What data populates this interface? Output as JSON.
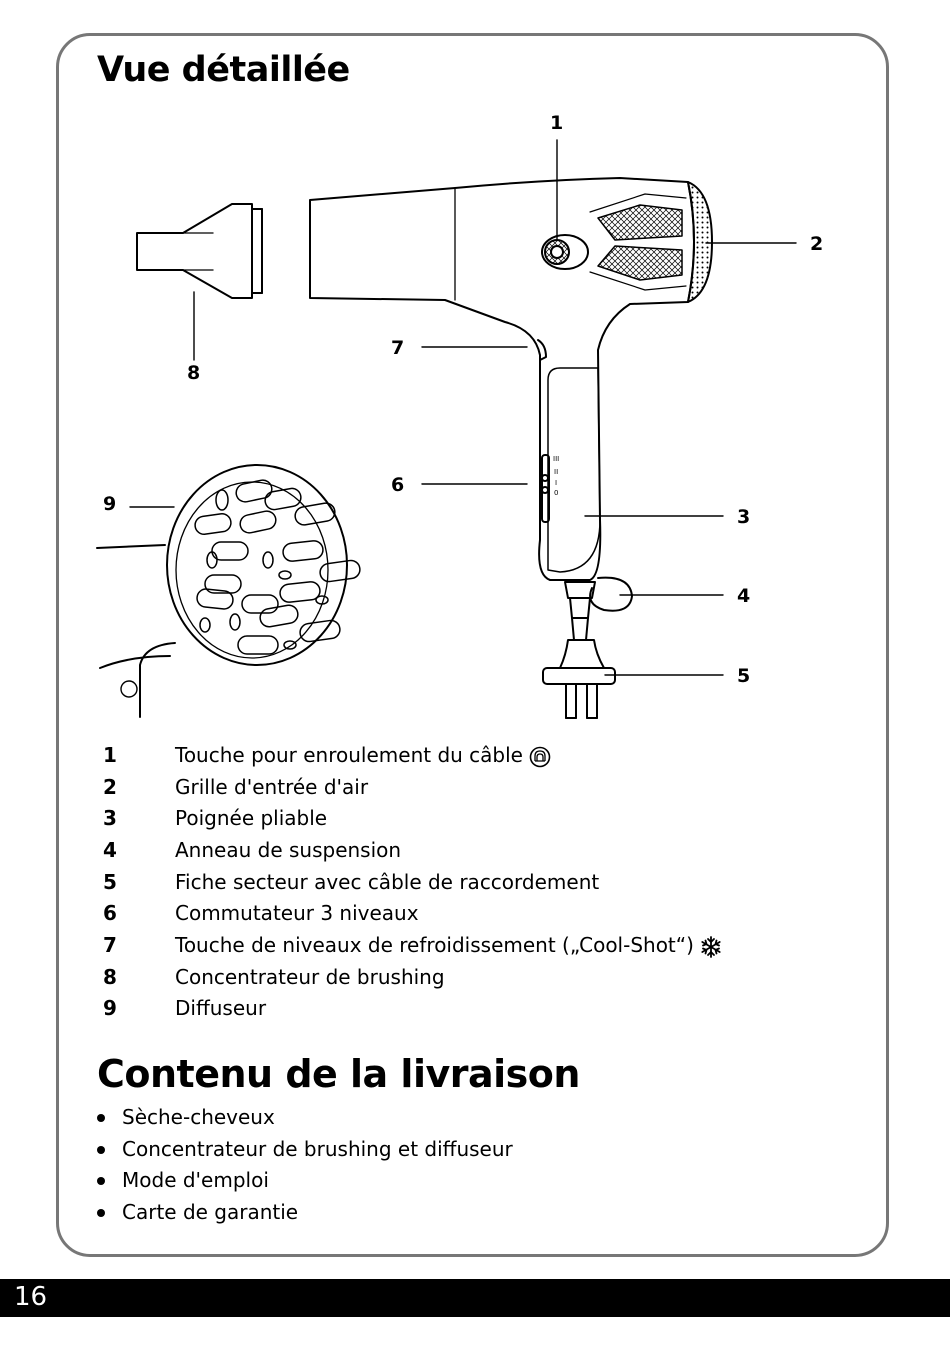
{
  "section_detail": {
    "title": "Vue détaillée"
  },
  "callouts": [
    "1",
    "2",
    "3",
    "4",
    "5",
    "6",
    "7",
    "8",
    "9"
  ],
  "legend": [
    {
      "num": "1",
      "text": "Touche pour enroulement du câble",
      "icon": "cable-rewind-icon"
    },
    {
      "num": "2",
      "text": "Grille d'entrée d'air"
    },
    {
      "num": "3",
      "text": "Poignée pliable"
    },
    {
      "num": "4",
      "text": "Anneau de suspension"
    },
    {
      "num": "5",
      "text": "Fiche secteur avec câble de raccordement"
    },
    {
      "num": "6",
      "text": "Commutateur 3 niveaux"
    },
    {
      "num": "7",
      "text": "Touche de niveaux de refroidissement („Cool-Shot“)",
      "icon": "snowflake-icon"
    },
    {
      "num": "8",
      "text": "Concentrateur de brushing"
    },
    {
      "num": "9",
      "text": "Diffuseur"
    }
  ],
  "section_contents": {
    "title": "Contenu de la livraison",
    "items": [
      "Sèche-cheveux",
      "Concentrateur de brushing et diffuseur",
      "Mode d'emploi",
      "Carte de garantie"
    ]
  },
  "switch_marks": [
    "III",
    "II",
    "I",
    "0"
  ],
  "footer": {
    "page_number": "16"
  },
  "colors": {
    "frame": "#777777",
    "footer_bg": "#000000",
    "text": "#000000"
  }
}
